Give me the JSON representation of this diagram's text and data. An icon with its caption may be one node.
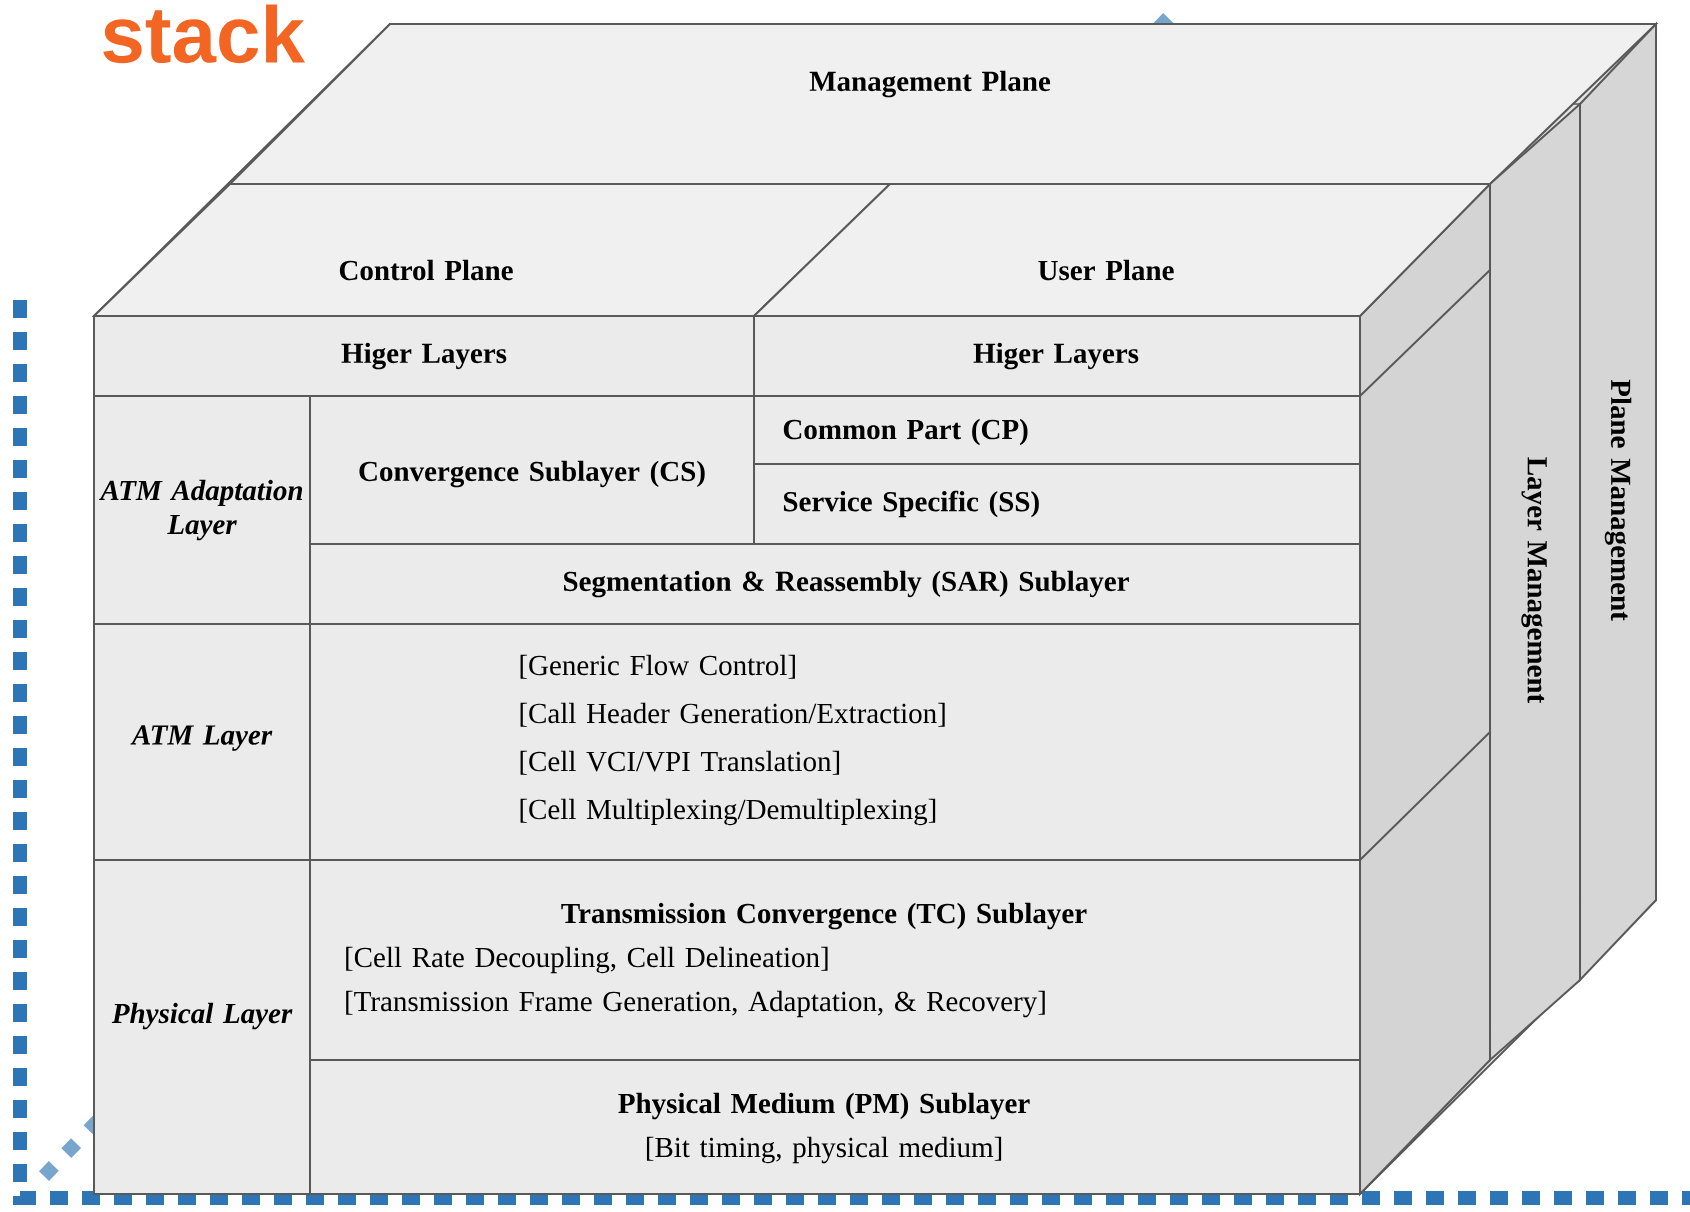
{
  "diagram": {
    "title": "stack",
    "nodes": [
      {
        "text": [
          "Management Plane"
        ]
      },
      {
        "text": [
          "Control Plane"
        ]
      },
      {
        "text": [
          "User Plane"
        ]
      },
      {
        "text": [
          "Higer Layers"
        ]
      },
      {
        "text": [
          "Higer Layers"
        ]
      },
      {
        "text": [
          "ATM Adaptation Layer"
        ]
      },
      {
        "text": [
          "Convergence Sublayer (CS)"
        ]
      },
      {
        "text": [
          "Common Part (CP)"
        ]
      },
      {
        "text": [
          "Service Specific (SS)"
        ]
      },
      {
        "text": [
          "Segmentation & Reassembly (SAR) Sublayer"
        ]
      },
      {
        "text": [
          "ATM Layer"
        ]
      },
      {
        "text": [
          "[Generic Flow Control]",
          "[Call Header Generation/Extraction]",
          "[Cell VCI/VPI Translation]",
          "[Cell Multiplexing/Demultiplexing]"
        ]
      },
      {
        "text": [
          "Physical Layer"
        ]
      },
      {
        "text": [
          "Transmission Convergence (TC) Sublayer",
          "[Cell Rate Decoupling, Cell Delineation]",
          "[Transmission Frame Generation, Adaptation, & Recovery]"
        ]
      },
      {
        "text": [
          "Physical Medium (PM) Sublayer",
          "[Bit timing, physical medium]"
        ]
      },
      {
        "text": [
          "Layer Management"
        ]
      },
      {
        "text": [
          "Plane Management"
        ]
      }
    ]
  }
}
